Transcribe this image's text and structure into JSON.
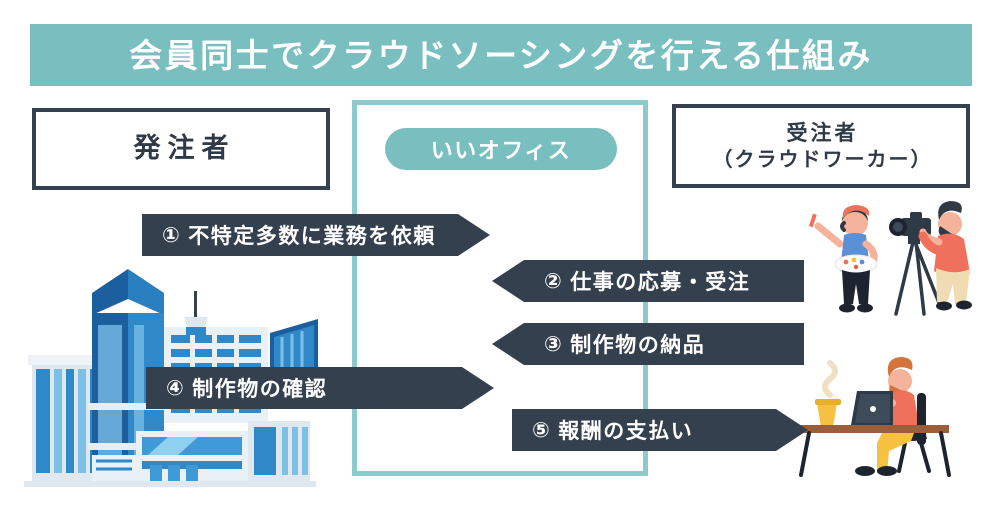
{
  "title": {
    "text": "会員同士でクラウドソーシングを行える仕組み",
    "bar_color": "#79bfc0",
    "text_color": "#ffffff"
  },
  "columns": {
    "left": {
      "label": "発注者",
      "border_color": "#36414f"
    },
    "center": {
      "pill_label": "いいオフィス",
      "pill_color": "#79bfc0",
      "border_color": "#8ccacb"
    },
    "right": {
      "label": "受注者",
      "sub_label": "（クラウドワーカー）",
      "border_color": "#36414f"
    }
  },
  "arrows": [
    {
      "num": "①",
      "label": "不特定多数に業務を依頼",
      "direction": "right"
    },
    {
      "num": "②",
      "label": "仕事の応募・受注",
      "direction": "left"
    },
    {
      "num": "③",
      "label": "制作物の納品",
      "direction": "left"
    },
    {
      "num": "④",
      "label": "制作物の確認",
      "direction": "right"
    },
    {
      "num": "⑤",
      "label": "報酬の支払い",
      "direction": "right"
    }
  ],
  "illustrations": {
    "city": "city-skyline-illustration",
    "artists": "painter-and-photographer-illustration",
    "desk": "freelancer-at-laptop-illustration"
  },
  "palette": {
    "teal": "#79bfc0",
    "teal_light": "#8ccacb",
    "dark": "#35404e",
    "dark_border": "#36414f",
    "building_blue": "#2f88c8",
    "building_dark_blue": "#1c5f9e",
    "coral": "#f0715b",
    "yellow": "#f6c141"
  }
}
